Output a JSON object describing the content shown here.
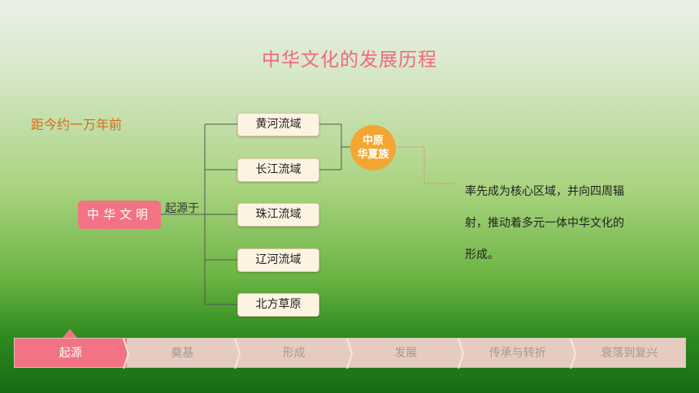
{
  "title": "中华文化的发展历程",
  "era": "距今约一万年前",
  "civilization": "中华文明",
  "origin_label": "起源于",
  "regions": [
    "黄河流域",
    "长江流域",
    "珠江流域",
    "辽河流域",
    "北方草原"
  ],
  "core_group": {
    "line1": "中原",
    "line2": "华夏族"
  },
  "description": "率先成为核心区域，并向四周辐射，推动着多元一体中华文化的形成。",
  "timeline": {
    "steps": [
      "起源",
      "奠基",
      "形成",
      "发展",
      "传承与转折",
      "衰落到复兴"
    ],
    "active_index": 0
  },
  "colors": {
    "accent": "#f27383",
    "core": "#f3a631",
    "era_text": "#d96a1c",
    "title_text": "#ef6a7b"
  }
}
